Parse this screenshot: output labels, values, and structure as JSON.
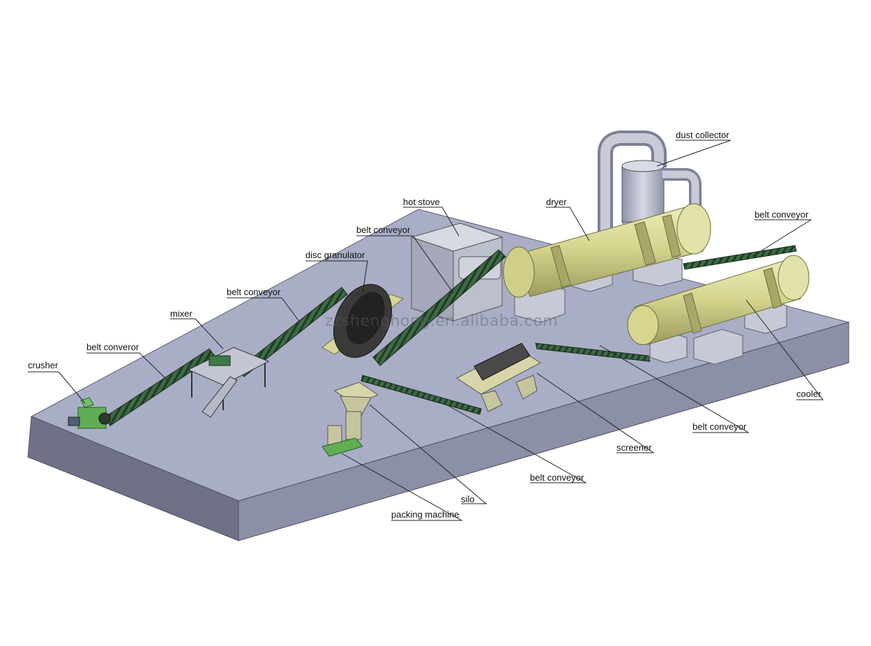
{
  "labels": {
    "crusher": "crusher",
    "belt_converor": "belt converor",
    "mixer": "mixer",
    "belt_conveyor_1": "belt conveyor",
    "disc_granulator": "disc granulator",
    "belt_conveyor_2": "belt conveyor",
    "hot_stove": "hot stove",
    "dryer": "dryer",
    "dust_collector": "dust collector",
    "belt_conveyor_3": "belt conveyor",
    "cooler": "cooler",
    "belt_conveyor_4": "belt conveyor",
    "screener": "screener",
    "belt_conveyor_5": "belt conveyor",
    "silo": "silo",
    "packing_machine": "packing machine"
  },
  "watermark": "zzshenghong.en.alibaba.com",
  "colors": {
    "platform_top": "#a9aec6",
    "platform_front": "#6f7287",
    "platform_side": "#8c90a6",
    "drum_yellow": "#d6d690",
    "drum_dark": "#a7a868",
    "machine_gray": "#b8bcc8",
    "conveyor_green": "#2e5a36",
    "crusher_green": "#5fae54",
    "background": "#ffffff"
  }
}
